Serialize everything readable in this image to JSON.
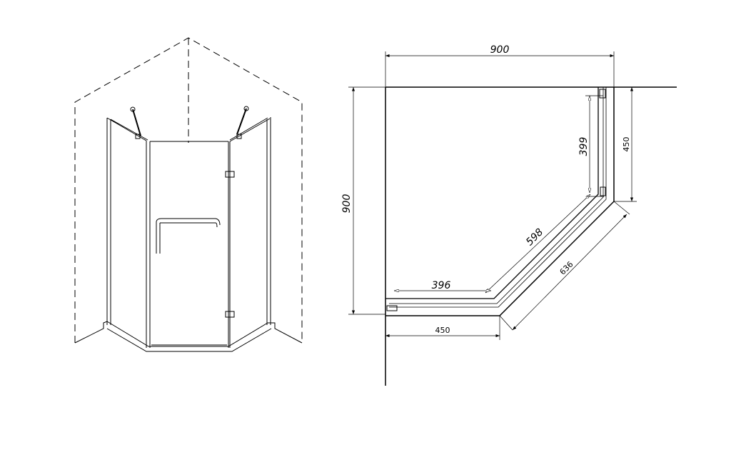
{
  "plan_view": {
    "dimensions": {
      "overall_width": "900",
      "overall_depth": "900",
      "side_depth": "450",
      "front_width": "450",
      "diagonal_outer": "636",
      "diagonal_inner": "598",
      "inner_front": "396",
      "inner_side": "399"
    }
  },
  "colors": {
    "line": "#000000",
    "background": "#ffffff"
  }
}
